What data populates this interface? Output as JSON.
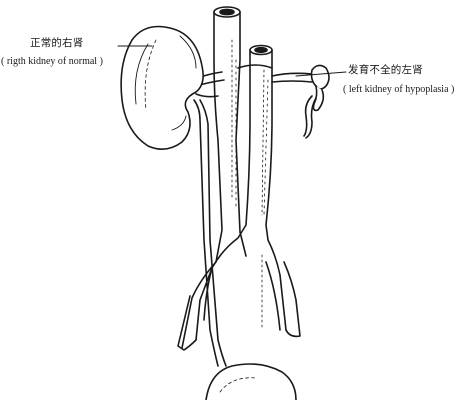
{
  "labels": {
    "right_kidney": {
      "zh": "正常的右肾",
      "en": "( rigth kidney of normal )"
    },
    "left_kidney": {
      "zh": "发育不全的左肾",
      "en": "( left kidney of hypoplasia )"
    }
  },
  "colors": {
    "ink": "#1a1a1a",
    "paper": "#ffffff"
  }
}
